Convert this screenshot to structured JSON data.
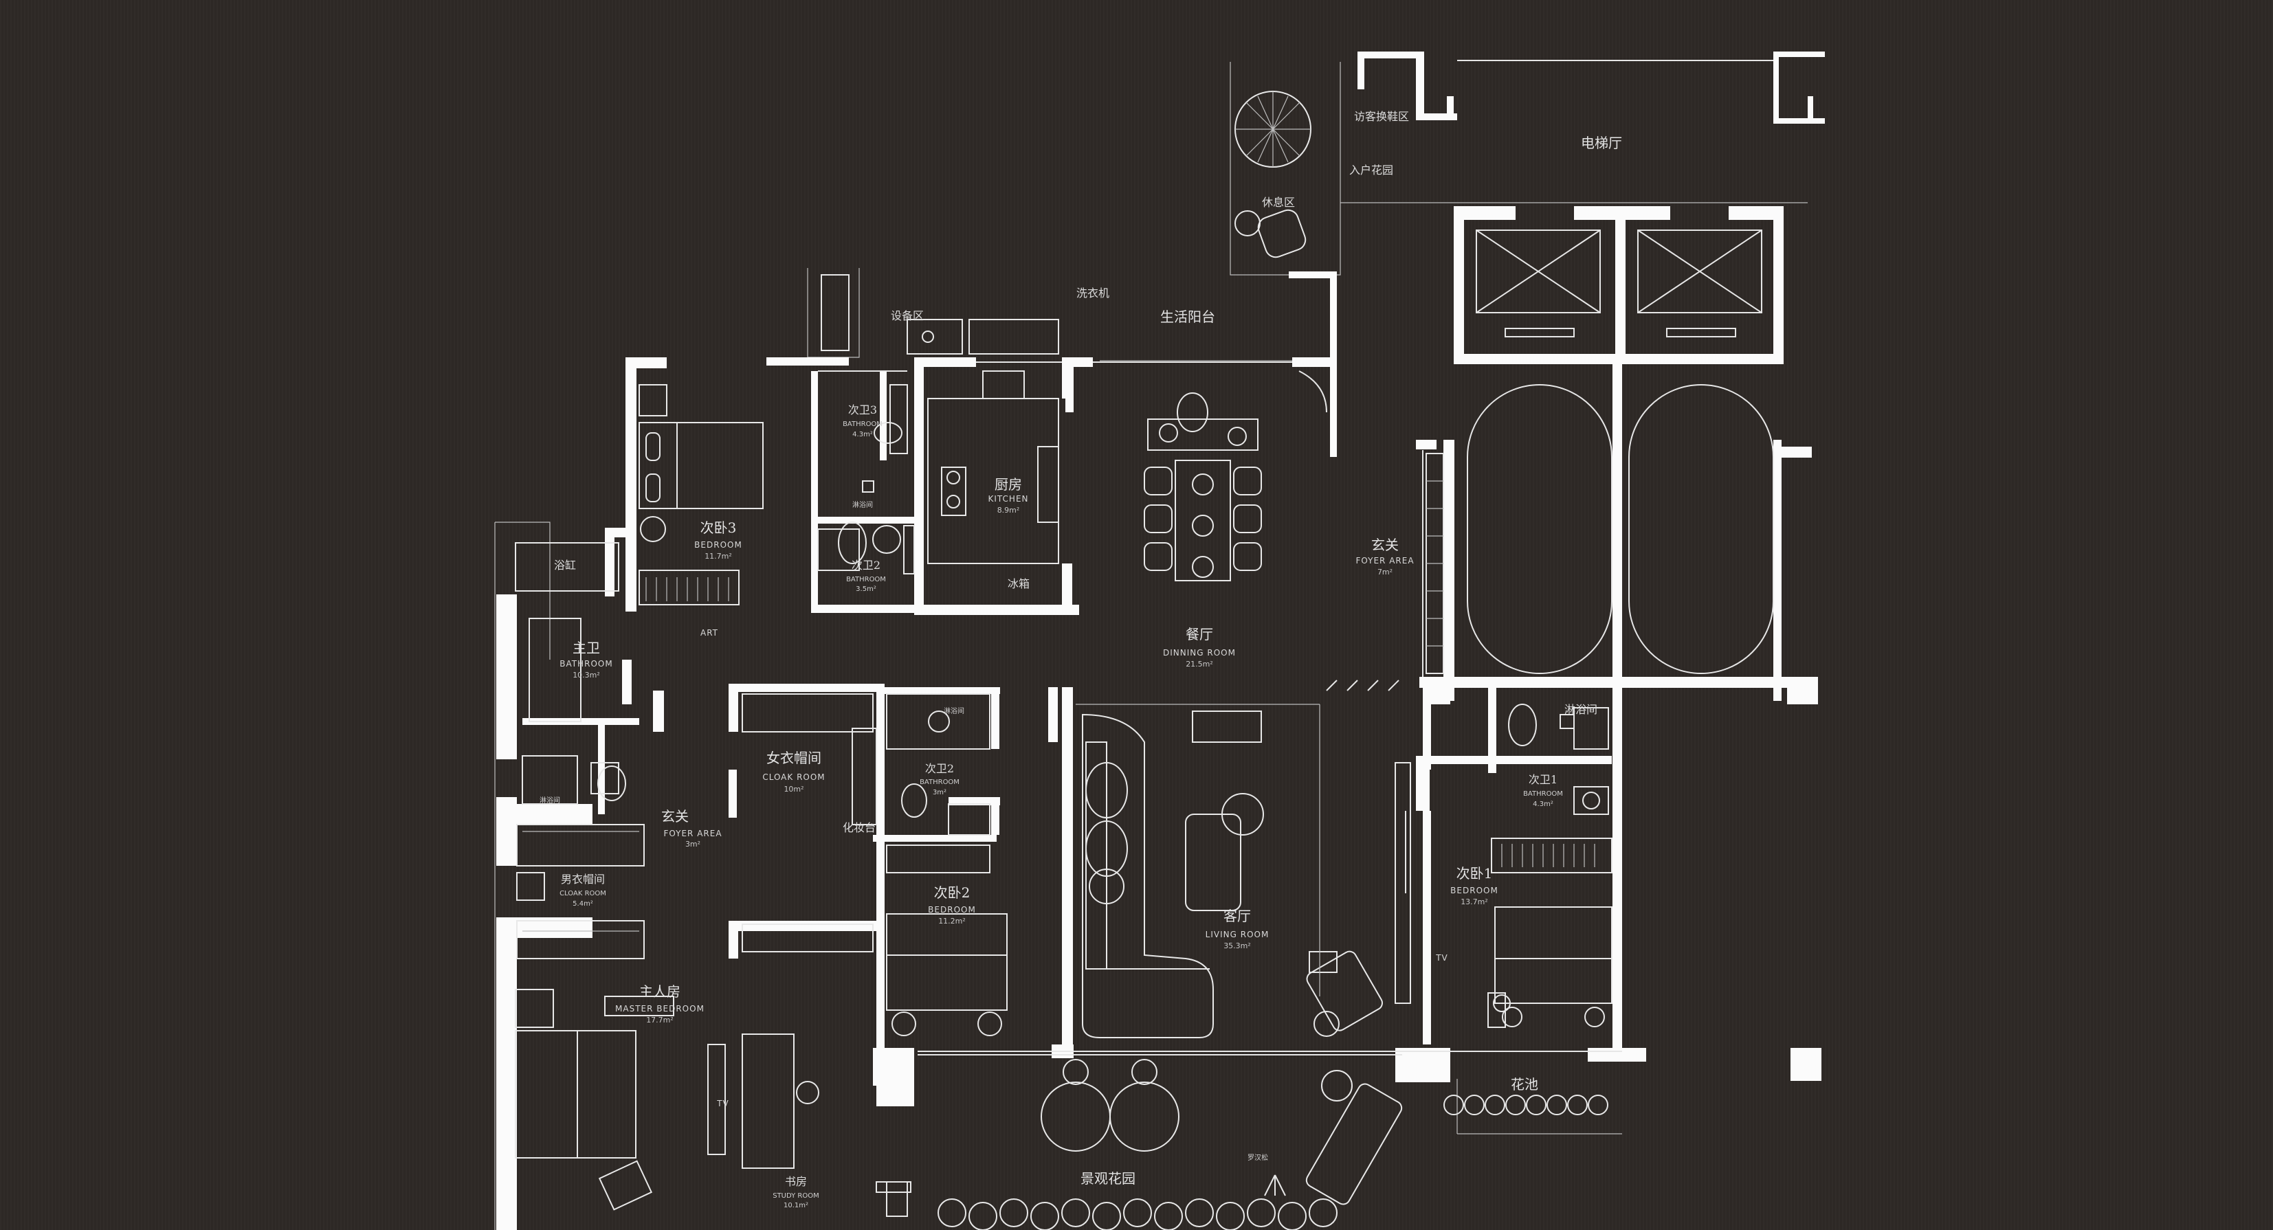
{
  "plan": {
    "rooms": [
      {
        "id": "entry-garden",
        "cn": "入户花园",
        "en": "",
        "area": ""
      },
      {
        "id": "visitor-shoe",
        "cn": "访客换鞋区",
        "en": "",
        "area": ""
      },
      {
        "id": "elevator-hall",
        "cn": "电梯厅",
        "en": "",
        "area": ""
      },
      {
        "id": "rest-area",
        "cn": "休息区",
        "en": "",
        "area": ""
      },
      {
        "id": "equipment",
        "cn": "设备区",
        "en": "",
        "area": ""
      },
      {
        "id": "washer",
        "cn": "洗衣机",
        "en": "",
        "area": ""
      },
      {
        "id": "service-balcony",
        "cn": "生活阳台",
        "en": "",
        "area": ""
      },
      {
        "id": "bath3",
        "cn": "次卫3",
        "en": "BATHROOM",
        "area": "4.3m²"
      },
      {
        "id": "shower-a",
        "cn": "淋浴间",
        "en": "",
        "area": ""
      },
      {
        "id": "bath2b",
        "cn": "次卫2",
        "en": "BATHROOM",
        "area": "3.5m²"
      },
      {
        "id": "bedroom3",
        "cn": "次卧3",
        "en": "BEDROOM",
        "area": "11.7m²"
      },
      {
        "id": "kitchen",
        "cn": "厨房",
        "en": "KITCHEN",
        "area": "8.9m²"
      },
      {
        "id": "fridge",
        "cn": "冰箱",
        "en": "",
        "area": ""
      },
      {
        "id": "tub",
        "cn": "浴缸",
        "en": "",
        "area": ""
      },
      {
        "id": "art",
        "cn": "",
        "en": "ART",
        "area": ""
      },
      {
        "id": "master-bath",
        "cn": "主卫",
        "en": "BATHROOM",
        "area": "10.3m²"
      },
      {
        "id": "shower-b",
        "cn": "淋浴间",
        "en": "",
        "area": ""
      },
      {
        "id": "dining",
        "cn": "餐厅",
        "en": "DINNING ROOM",
        "area": "21.5m²"
      },
      {
        "id": "foyer-east",
        "cn": "玄关",
        "en": "FOYER AREA",
        "area": "7m²"
      },
      {
        "id": "cloak-w",
        "cn": "女衣帽间",
        "en": "CLOAK ROOM",
        "area": "10m²"
      },
      {
        "id": "foyer-west",
        "cn": "玄关",
        "en": "FOYER AREA",
        "area": "3m²"
      },
      {
        "id": "vanity",
        "cn": "化妆台",
        "en": "",
        "area": ""
      },
      {
        "id": "bath2",
        "cn": "次卫2",
        "en": "BATHROOM",
        "area": "3m²"
      },
      {
        "id": "shower-c",
        "cn": "淋浴间",
        "en": "",
        "area": ""
      },
      {
        "id": "bedroom2",
        "cn": "次卧2",
        "en": "BEDROOM",
        "area": "11.2m²"
      },
      {
        "id": "cloak-m",
        "cn": "男衣帽间",
        "en": "CLOAK ROOM",
        "area": "5.4m²"
      },
      {
        "id": "living",
        "cn": "客厅",
        "en": "LIVING ROOM",
        "area": "35.3m²"
      },
      {
        "id": "shower-d",
        "cn": "淋浴间",
        "en": "",
        "area": ""
      },
      {
        "id": "bath1",
        "cn": "次卫1",
        "en": "BATHROOM",
        "area": "4.3m²"
      },
      {
        "id": "bedroom1",
        "cn": "次卧1",
        "en": "BEDROOM",
        "area": "13.7m²"
      },
      {
        "id": "master",
        "cn": "主人房",
        "en": "MASTER BEDROOM",
        "area": "17.7m²"
      },
      {
        "id": "study",
        "cn": "书房",
        "en": "STUDY ROOM",
        "area": "10.1m²"
      },
      {
        "id": "planter",
        "cn": "花池",
        "en": "",
        "area": ""
      },
      {
        "id": "landscape",
        "cn": "景观花园",
        "en": "",
        "area": ""
      },
      {
        "id": "arbor",
        "cn": "罗汉松",
        "en": "",
        "area": ""
      }
    ],
    "tv_mark": "TV",
    "colors": {
      "background": "#2d2825",
      "wall": "#fbfbfb",
      "line": "#e6e6e6"
    }
  }
}
